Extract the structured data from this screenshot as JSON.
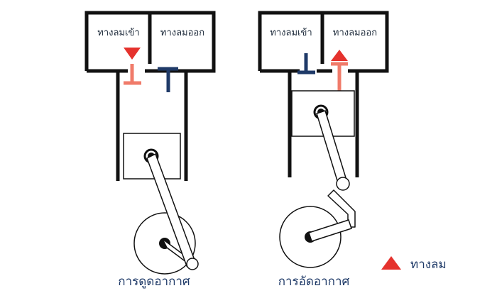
{
  "left_engine": {
    "intake_label": "ทางลมเข้า",
    "exhaust_label": "ทางลมออก",
    "caption": "การดูดอากาศ"
  },
  "right_engine": {
    "intake_label": "ทางลมเข้า",
    "exhaust_label": "ทางลมออก",
    "caption": "การอัดอากาศ"
  },
  "legend": {
    "label": "ทางลม"
  },
  "colors": {
    "outline": "#111111",
    "valve_red": "#f07b6a",
    "valve_blue": "#1f3a68",
    "airflow": "#e5322d"
  }
}
